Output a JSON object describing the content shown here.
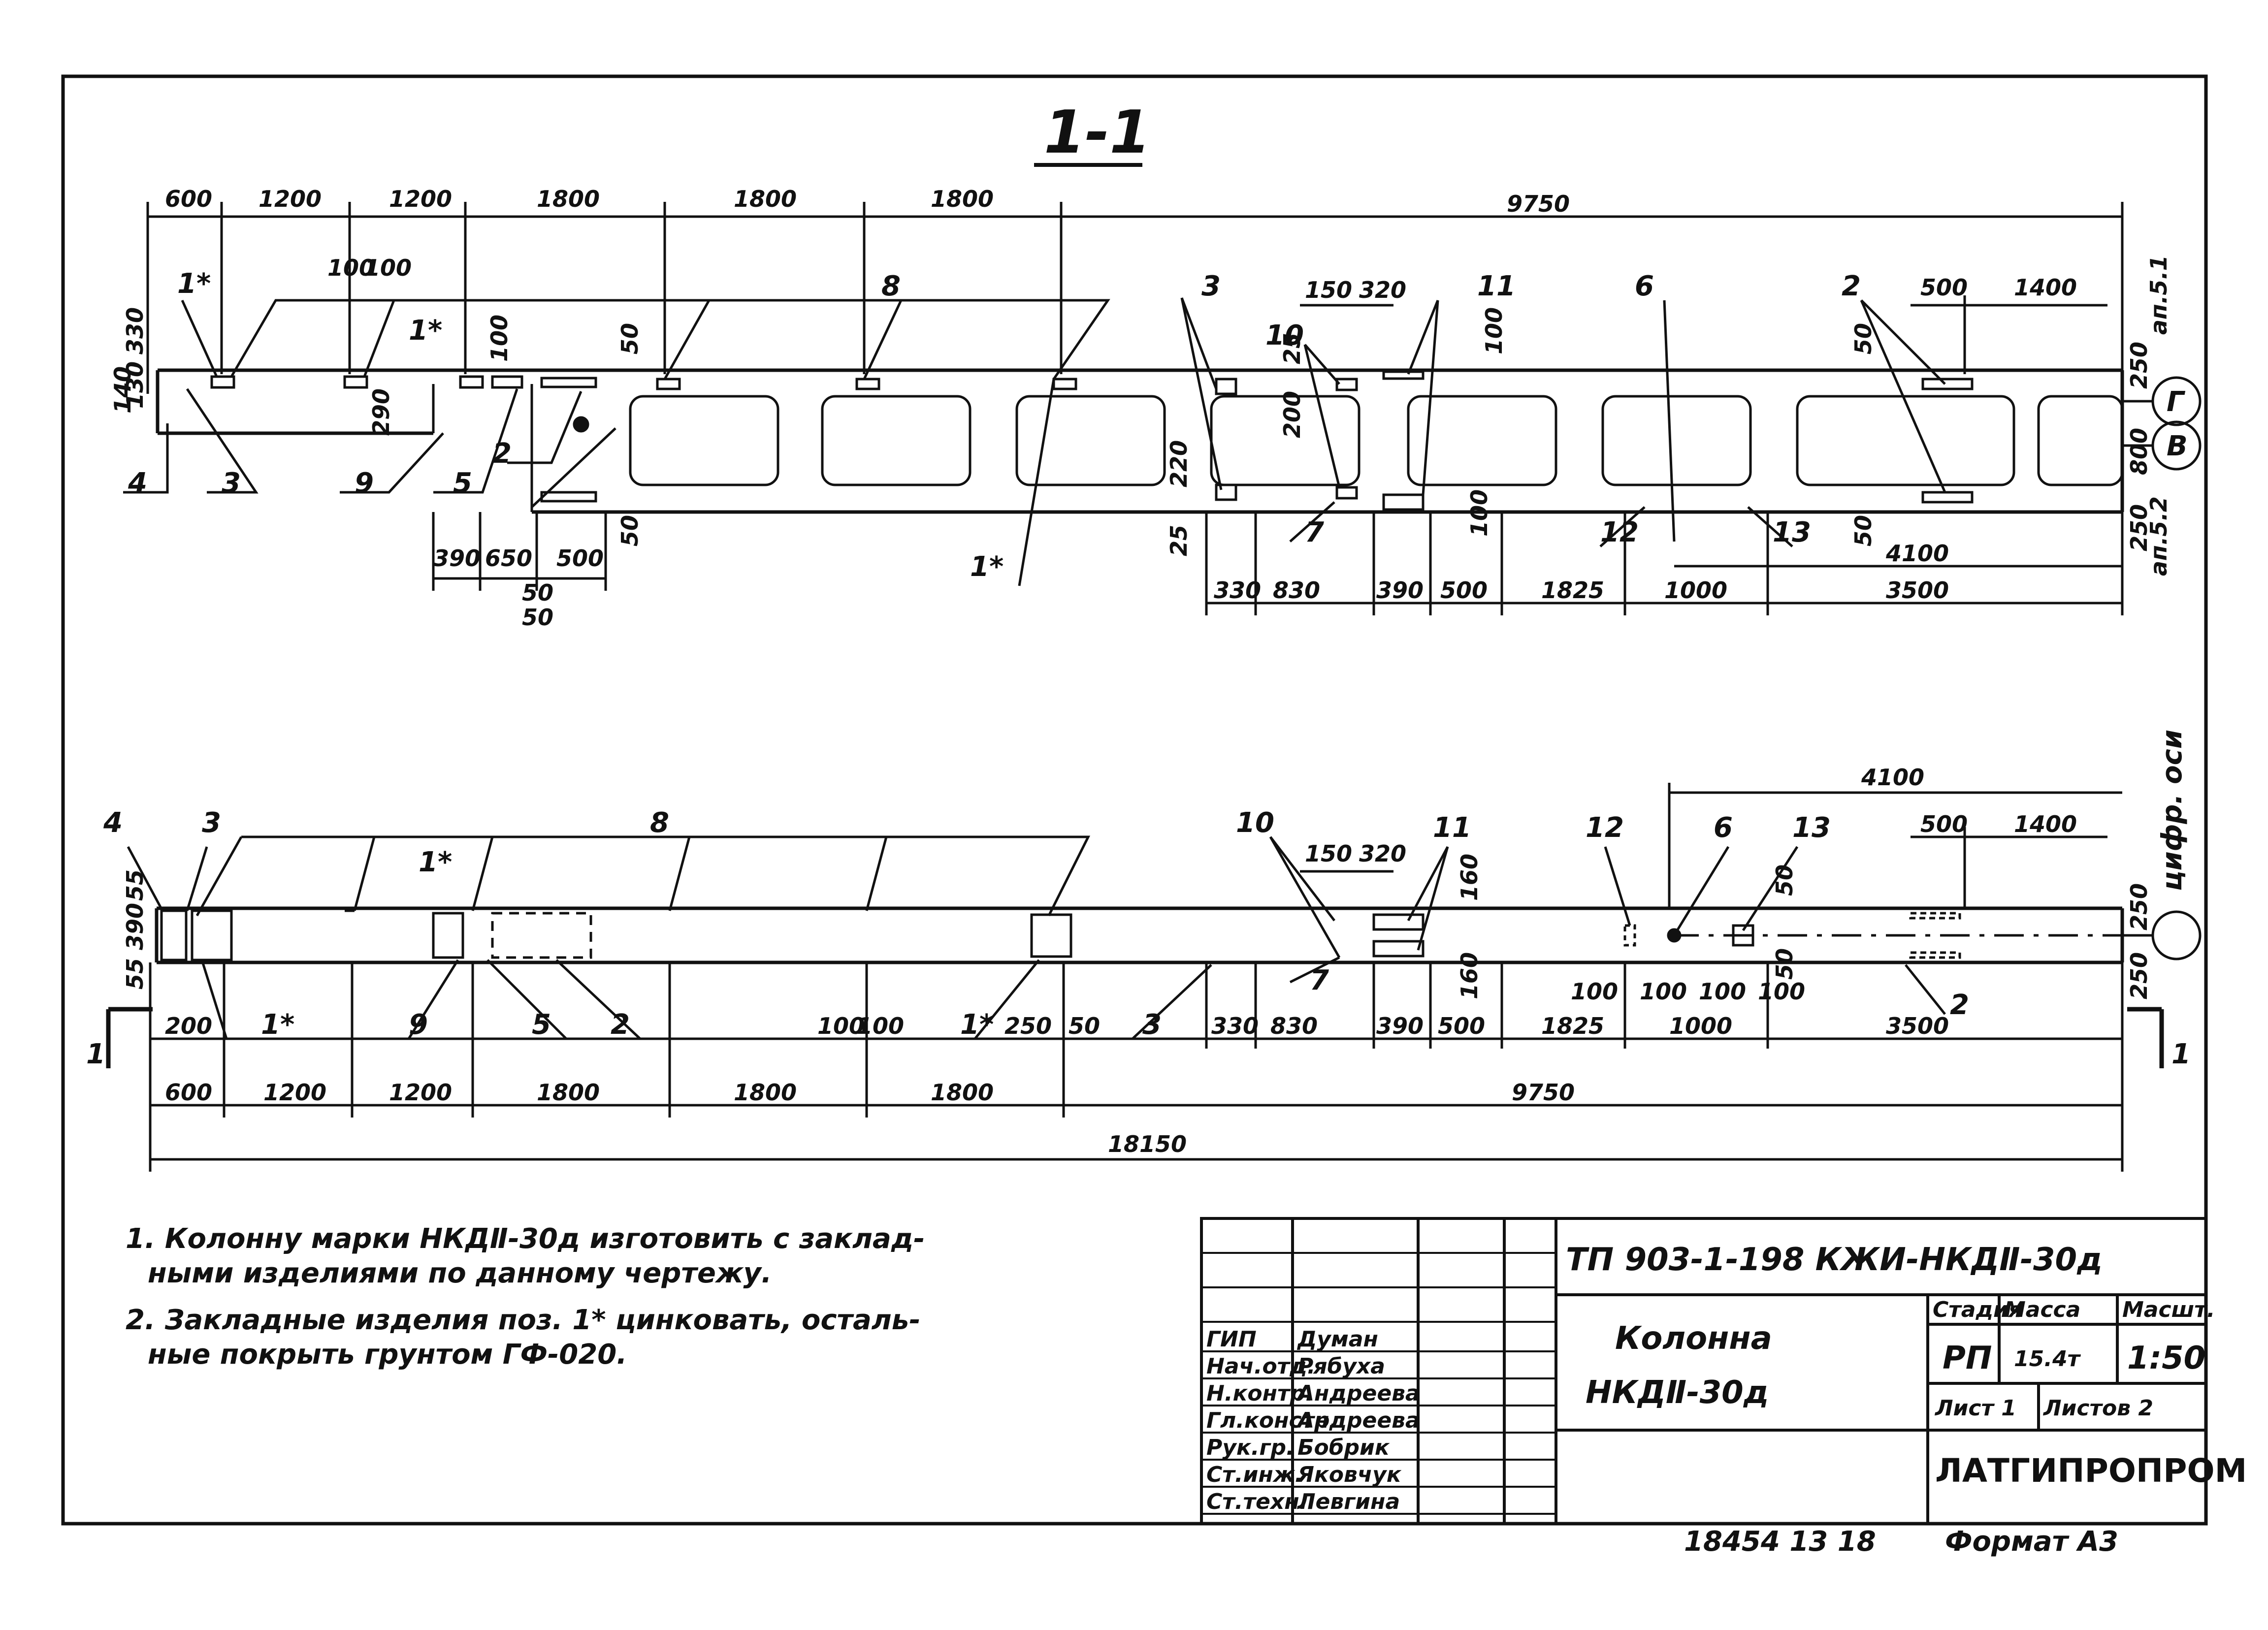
{
  "section_title": "1-1",
  "top_view": {
    "dims_top": [
      "600",
      "1200",
      "1200",
      "1800",
      "1800",
      "1800",
      "9750"
    ],
    "dims_upper_right": [
      "150",
      "320",
      "500",
      "1400"
    ],
    "dims_bottom": [
      "330",
      "830",
      "390",
      "500",
      "1825",
      "1000",
      "3500"
    ],
    "dims_left_bottom": [
      "390",
      "650",
      "500",
      "50"
    ],
    "dim_4100": "4100",
    "left_vert": [
      "130",
      "330",
      "140"
    ],
    "small_dims": [
      "100",
      "100",
      "100",
      "290",
      "50",
      "25",
      "200",
      "220",
      "25",
      "50",
      "50",
      "100",
      "100",
      "50",
      "50"
    ],
    "right_vert": [
      "250",
      "800",
      "250"
    ],
    "sheet_refs": [
      "ап.5.1",
      "ап.5.2"
    ],
    "axis_marks": [
      "Г",
      "В"
    ],
    "callouts": [
      "1*",
      "1*",
      "1*",
      "2",
      "2",
      "3",
      "3",
      "4",
      "5",
      "6",
      "7",
      "8",
      "9",
      "10",
      "11",
      "12",
      "13"
    ]
  },
  "bottom_view": {
    "dims_top": [
      "4100",
      "150",
      "320",
      "500",
      "1400"
    ],
    "dims_mid": [
      "200",
      "100",
      "100",
      "250",
      "50",
      "330",
      "830",
      "390",
      "500",
      "1825",
      "1000",
      "3500"
    ],
    "small_row": [
      "100",
      "100",
      "100",
      "100"
    ],
    "dims_bottom": [
      "600",
      "1200",
      "1200",
      "1800",
      "1800",
      "1800",
      "9750"
    ],
    "total": "18150",
    "left_vert": [
      "55",
      "390",
      "55"
    ],
    "right_vert": [
      "250",
      "250"
    ],
    "dim_160": [
      "160",
      "160"
    ],
    "dim_50": [
      "50",
      "50"
    ],
    "axis_label": "цифр. оси",
    "section_marks": [
      "1",
      "1"
    ],
    "callouts": [
      "4",
      "3",
      "8",
      "10",
      "1*",
      "11",
      "12",
      "6",
      "13",
      "1*",
      "9",
      "5",
      "2",
      "1*",
      "3",
      "7",
      "2"
    ]
  },
  "notes": [
    "1. Колонну марки НКДⅡ-30д изготовить с заклад-",
    "ными изделиями по данному чертежу.",
    "2. Закладные изделия поз. 1* цинковать, осталь-",
    "ные покрыть грунтом ГФ-020."
  ],
  "title_block": {
    "doc_code": "ТП 903-1-198 КЖИ-НКДⅡ-30д",
    "name_line1": "Колонна",
    "name_line2": "НКДⅡ-30д",
    "roles": [
      "ГИП",
      "Нач.отд.",
      "Н.контр.",
      "Гл.констр.",
      "Рук.гр.",
      "Ст.инж.",
      "Ст.техн."
    ],
    "names": [
      "Думан",
      "Рябуха",
      "Андреева",
      "Андреева",
      "Бобрик",
      "Яковчук",
      "Левгина"
    ],
    "headers": [
      "Стадия",
      "Масса",
      "Масшт."
    ],
    "stage": "РП",
    "mass": "15.4т",
    "scale": "1:50",
    "sheet": "Лист 1",
    "sheets": "Листов 2",
    "org": "ЛАТГИПРОПРОМ"
  },
  "footer": {
    "archive": "18454 13 18",
    "format": "Формат А3"
  }
}
